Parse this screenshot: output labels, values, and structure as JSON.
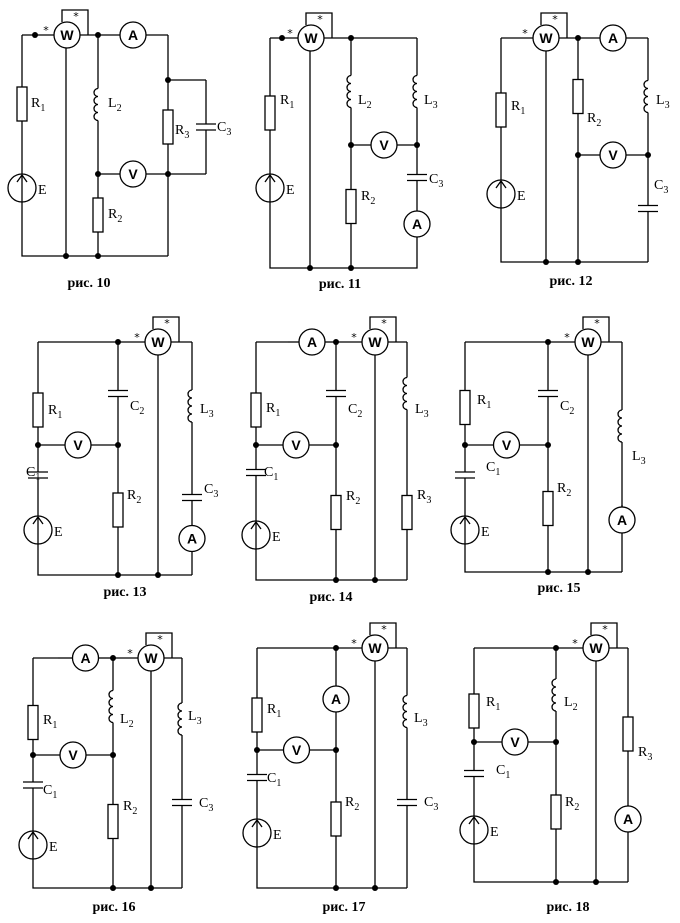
{
  "figures": [
    {
      "caption": "рис. 10",
      "components": [
        {
          "type": "meter",
          "text": "W"
        },
        {
          "type": "meter",
          "text": "A"
        },
        {
          "type": "meter",
          "text": "V"
        },
        {
          "type": "resistor",
          "label": "R",
          "sub": "1"
        },
        {
          "type": "source",
          "label": "E"
        },
        {
          "type": "inductor",
          "label": "L",
          "sub": "2"
        },
        {
          "type": "resistor",
          "label": "R",
          "sub": "2"
        },
        {
          "type": "resistor",
          "label": "R",
          "sub": "3"
        },
        {
          "type": "capacitor",
          "label": "C",
          "sub": "3"
        }
      ]
    },
    {
      "caption": "рис. 11",
      "components": [
        {
          "type": "meter",
          "text": "W"
        },
        {
          "type": "meter",
          "text": "V"
        },
        {
          "type": "meter",
          "text": "A"
        },
        {
          "type": "resistor",
          "label": "R",
          "sub": "1"
        },
        {
          "type": "source",
          "label": "E"
        },
        {
          "type": "inductor",
          "label": "L",
          "sub": "2"
        },
        {
          "type": "inductor",
          "label": "L",
          "sub": "3"
        },
        {
          "type": "resistor",
          "label": "R",
          "sub": "2"
        },
        {
          "type": "capacitor",
          "label": "C",
          "sub": "3"
        }
      ]
    },
    {
      "caption": "рис. 12",
      "components": [
        {
          "type": "meter",
          "text": "W"
        },
        {
          "type": "meter",
          "text": "A"
        },
        {
          "type": "meter",
          "text": "V"
        },
        {
          "type": "resistor",
          "label": "R",
          "sub": "1"
        },
        {
          "type": "source",
          "label": "E"
        },
        {
          "type": "resistor",
          "label": "R",
          "sub": "2"
        },
        {
          "type": "inductor",
          "label": "L",
          "sub": "3"
        },
        {
          "type": "capacitor",
          "label": "C",
          "sub": "3"
        }
      ]
    },
    {
      "caption": "рис. 13",
      "components": [
        {
          "type": "meter",
          "text": "W"
        },
        {
          "type": "meter",
          "text": "V"
        },
        {
          "type": "meter",
          "text": "A"
        },
        {
          "type": "resistor",
          "label": "R",
          "sub": "1"
        },
        {
          "type": "capacitor",
          "label": "C",
          "sub": "1"
        },
        {
          "type": "source",
          "label": "E"
        },
        {
          "type": "capacitor",
          "label": "C",
          "sub": "2"
        },
        {
          "type": "resistor",
          "label": "R",
          "sub": "2"
        },
        {
          "type": "inductor",
          "label": "L",
          "sub": "3"
        },
        {
          "type": "capacitor",
          "label": "C",
          "sub": "3"
        }
      ]
    },
    {
      "caption": "рис. 14",
      "components": [
        {
          "type": "meter",
          "text": "A"
        },
        {
          "type": "meter",
          "text": "W"
        },
        {
          "type": "meter",
          "text": "V"
        },
        {
          "type": "resistor",
          "label": "R",
          "sub": "1"
        },
        {
          "type": "capacitor",
          "label": "C",
          "sub": "1"
        },
        {
          "type": "source",
          "label": "E"
        },
        {
          "type": "capacitor",
          "label": "C",
          "sub": "2"
        },
        {
          "type": "resistor",
          "label": "R",
          "sub": "2"
        },
        {
          "type": "inductor",
          "label": "L",
          "sub": "3"
        },
        {
          "type": "resistor",
          "label": "R",
          "sub": "3"
        }
      ]
    },
    {
      "caption": "рис. 15",
      "components": [
        {
          "type": "meter",
          "text": "W"
        },
        {
          "type": "meter",
          "text": "V"
        },
        {
          "type": "meter",
          "text": "A"
        },
        {
          "type": "resistor",
          "label": "R",
          "sub": "1"
        },
        {
          "type": "capacitor",
          "label": "C",
          "sub": "1"
        },
        {
          "type": "source",
          "label": "E"
        },
        {
          "type": "capacitor",
          "label": "C",
          "sub": "2"
        },
        {
          "type": "resistor",
          "label": "R",
          "sub": "2"
        },
        {
          "type": "inductor",
          "label": "L",
          "sub": "3"
        }
      ]
    },
    {
      "caption": "рис. 16",
      "components": [
        {
          "type": "meter",
          "text": "A"
        },
        {
          "type": "meter",
          "text": "W"
        },
        {
          "type": "meter",
          "text": "V"
        },
        {
          "type": "resistor",
          "label": "R",
          "sub": "1"
        },
        {
          "type": "capacitor",
          "label": "C",
          "sub": "1"
        },
        {
          "type": "source",
          "label": "E"
        },
        {
          "type": "inductor",
          "label": "L",
          "sub": "2"
        },
        {
          "type": "resistor",
          "label": "R",
          "sub": "2"
        },
        {
          "type": "inductor",
          "label": "L",
          "sub": "3"
        },
        {
          "type": "capacitor",
          "label": "C",
          "sub": "3"
        }
      ]
    },
    {
      "caption": "рис. 17",
      "components": [
        {
          "type": "meter",
          "text": "W"
        },
        {
          "type": "meter",
          "text": "A"
        },
        {
          "type": "meter",
          "text": "V"
        },
        {
          "type": "resistor",
          "label": "R",
          "sub": "1"
        },
        {
          "type": "capacitor",
          "label": "C",
          "sub": "1"
        },
        {
          "type": "source",
          "label": "E"
        },
        {
          "type": "resistor",
          "label": "R",
          "sub": "2"
        },
        {
          "type": "inductor",
          "label": "L",
          "sub": "3"
        },
        {
          "type": "capacitor",
          "label": "C",
          "sub": "3"
        }
      ]
    },
    {
      "caption": "рис. 18",
      "components": [
        {
          "type": "meter",
          "text": "W"
        },
        {
          "type": "meter",
          "text": "V"
        },
        {
          "type": "meter",
          "text": "A"
        },
        {
          "type": "resistor",
          "label": "R",
          "sub": "1"
        },
        {
          "type": "capacitor",
          "label": "C",
          "sub": "1"
        },
        {
          "type": "source",
          "label": "E"
        },
        {
          "type": "inductor",
          "label": "L",
          "sub": "2"
        },
        {
          "type": "resistor",
          "label": "R",
          "sub": "2"
        },
        {
          "type": "resistor",
          "label": "R",
          "sub": "3"
        }
      ]
    }
  ],
  "wattmeter_mark": "*"
}
